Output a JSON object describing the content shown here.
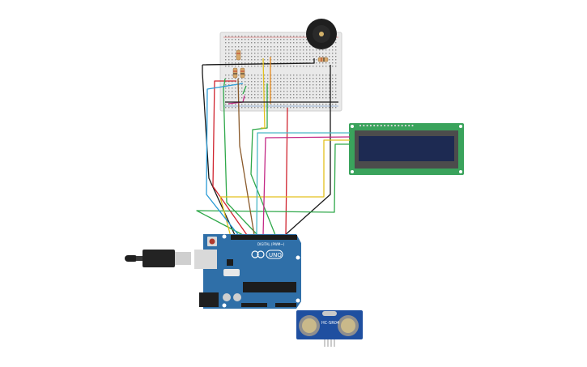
{
  "arduino": {
    "logo_text": "UNO",
    "header_text": "DIGITAL (PWM~)",
    "colors": {
      "board": "#2f6fa8",
      "dark": "#1f5186",
      "header": "#1c1c1c",
      "usb": "#d9d9d9"
    }
  },
  "sensor": {
    "model_label": "HC-SR04",
    "colors": {
      "board": "#1f4fa0",
      "transducer": "#c9b98a"
    }
  },
  "lcd": {
    "colors": {
      "pcb": "#3aa35c",
      "bezel": "#4c4c4c",
      "screen": "#1d2a52"
    }
  },
  "breadboard": {
    "colors": {
      "body": "#e9e9e9",
      "hole": "#8c8c8c",
      "rail_red": "#d64545",
      "rail_blue": "#4a7fc0"
    }
  },
  "buzzer": {
    "colors": {
      "body": "#1f1f1f",
      "center": "#d4b26a"
    }
  },
  "wire_colors": {
    "black": "#1a1a1a",
    "red": "#d0242f",
    "green": "#2fa84a",
    "yellow": "#e3c11d",
    "blue": "#2a9bd6",
    "brown": "#8a5a2b",
    "magenta": "#c42a86",
    "orange": "#e48a1c",
    "cyan": "#4ab7c7",
    "purple": "#7b3fb0"
  }
}
